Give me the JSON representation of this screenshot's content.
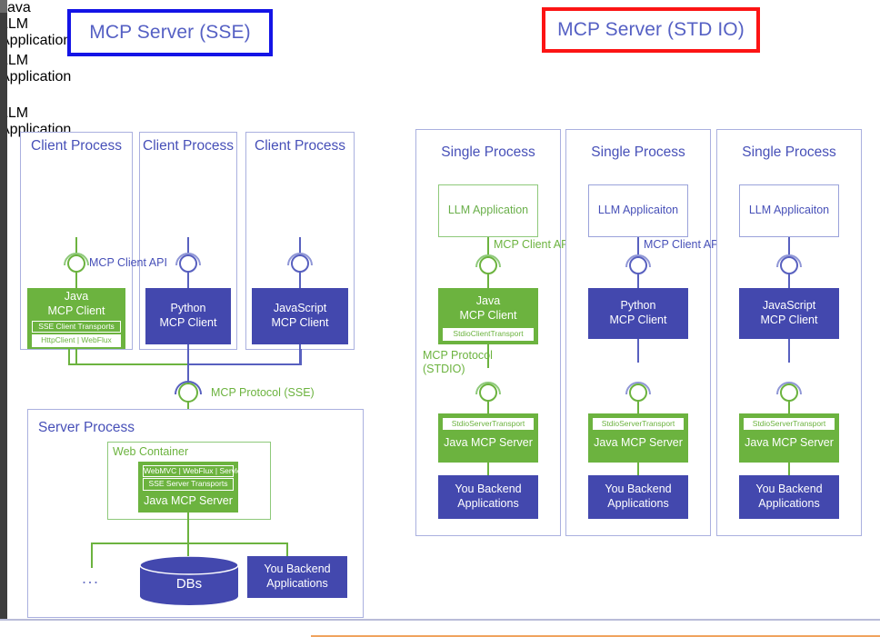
{
  "titles": {
    "left": {
      "text": "MCP Server (SSE)",
      "border_color": "#1414e6"
    },
    "right": {
      "text": "MCP Server (STD IO)",
      "border_color": "#fc1414"
    }
  },
  "palette": {
    "green": "#6cb33f",
    "blue": "#4348ae",
    "panel_border": "#aab0df",
    "title_text": "#4750b8",
    "orange_rule": "#f0a35e"
  },
  "sse": {
    "client_panels": [
      {
        "title": "Client Process",
        "app": {
          "lines": [
            "Java",
            "LLM Application"
          ],
          "style": "outline-green"
        },
        "client": {
          "lines": [
            "Java",
            "MCP Client"
          ],
          "style": "fill-green",
          "strips": [
            "SSE Client Transports",
            "HttpClient | WebFlux"
          ]
        },
        "connector_color": "green"
      },
      {
        "title": "Client Process",
        "app": {
          "lines": [
            "LLM Application"
          ],
          "style": "outline-blue"
        },
        "client": {
          "lines": [
            "Python",
            "MCP Client"
          ],
          "style": "fill-blue",
          "strips": []
        },
        "connector_color": "blue"
      },
      {
        "title": "Client Process",
        "app": {
          "lines": [
            "LLM Application"
          ],
          "style": "outline-blue"
        },
        "client": {
          "lines": [
            "JavaScript",
            "MCP Client"
          ],
          "style": "fill-blue",
          "strips": []
        },
        "connector_color": "blue"
      }
    ],
    "client_api_label": "MCP Client API",
    "protocol_label": "MCP Protocol (SSE)",
    "server_panel": {
      "title": "Server Process",
      "web_container_title": "Web Container",
      "server": {
        "lines": [
          "Java MCP Server"
        ],
        "strips": [
          "WebMVC | WebFlux | Servlet",
          "SSE Server Transports"
        ]
      },
      "db_label": "DBs",
      "backend_lines": [
        "You Backend",
        "Applications"
      ],
      "ellipsis": "..."
    }
  },
  "stdio": {
    "panels": [
      {
        "title": "Single Process",
        "app": {
          "lines": [
            "LLM Application"
          ],
          "style": "outline-green"
        },
        "client": {
          "lines": [
            "Java",
            "MCP Client"
          ],
          "style": "fill-green",
          "strips": [
            "StdioClientTransport"
          ]
        },
        "client_api_label": "MCP Client API",
        "protocol_label_lines": [
          "MCP Protocol",
          "(STDIO)"
        ],
        "show_protocol_label": true,
        "connector_color": "green",
        "server": {
          "lines": [
            "Java MCP Server"
          ],
          "strips": [
            "StdioServerTransport"
          ]
        },
        "backend_lines": [
          "You Backend",
          "Applications"
        ]
      },
      {
        "title": "Single Process",
        "app": {
          "lines": [
            "LLM Applicaiton"
          ],
          "style": "outline-blue"
        },
        "client": {
          "lines": [
            "Python",
            "MCP Client"
          ],
          "style": "fill-blue",
          "strips": []
        },
        "client_api_label": "MCP Client API",
        "protocol_label_lines": [],
        "show_protocol_label": false,
        "connector_color": "blue",
        "server": {
          "lines": [
            "Java MCP Server"
          ],
          "strips": [
            "StdioServerTransport"
          ]
        },
        "backend_lines": [
          "You Backend",
          "Applications"
        ]
      },
      {
        "title": "Single Process",
        "app": {
          "lines": [
            "LLM Applicaiton"
          ],
          "style": "outline-blue"
        },
        "client": {
          "lines": [
            "JavaScript",
            "MCP Client"
          ],
          "style": "fill-blue",
          "strips": []
        },
        "client_api_label": "",
        "protocol_label_lines": [],
        "show_protocol_label": false,
        "connector_color": "blue",
        "server": {
          "lines": [
            "Java MCP Server"
          ],
          "strips": [
            "StdioServerTransport"
          ]
        },
        "backend_lines": [
          "You Backend",
          "Applications"
        ]
      }
    ]
  }
}
